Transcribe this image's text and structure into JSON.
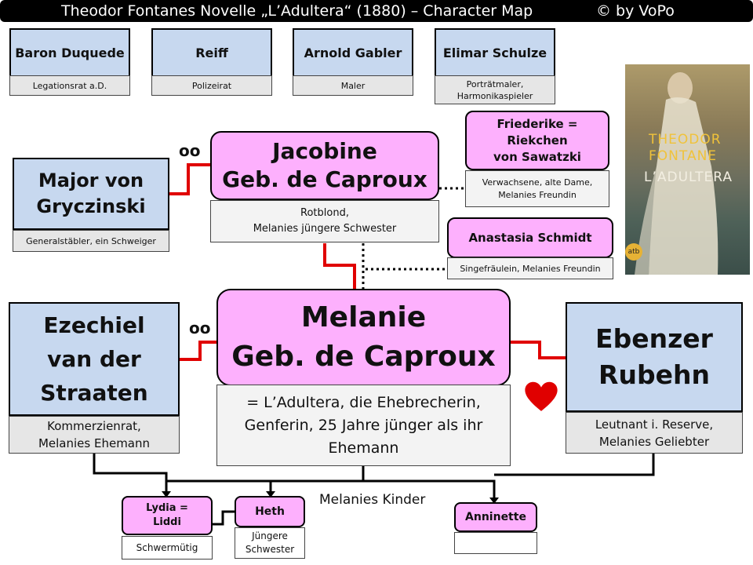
{
  "title": {
    "text": "Theodor Fontanes Novelle „L’Adultera“ (1880) – Character Map",
    "copyright": "©   by VoPo"
  },
  "minor_characters": [
    {
      "name": "Baron Duquede",
      "desc": "Legationsrat a.D."
    },
    {
      "name": "Reiff",
      "desc": "Polizeirat"
    },
    {
      "name": "Arnold Gabler",
      "desc": "Maler"
    },
    {
      "name": "Elimar Schulze",
      "desc_line1": "Porträtmaler,",
      "desc_line2": "Harmonikaspieler"
    }
  ],
  "jacobine": {
    "name_line1": "Jacobine",
    "name_line2": "Geb. de Caproux",
    "desc_line1": "Rotblond,",
    "desc_line2": "Melanies jüngere Schwester"
  },
  "major": {
    "name_line1": "Major von",
    "name_line2": "Gryczinski",
    "desc": "Generalstäbler, ein Schweiger"
  },
  "friederike": {
    "name_line1": "Friederike =",
    "name_line2": "Riekchen",
    "name_line3": "von Sawatzki",
    "desc_line1": "Verwachsene, alte Dame,",
    "desc_line2": "Melanies Freundin"
  },
  "anastasia": {
    "name": "Anastasia  Schmidt",
    "desc": "Singefräulein, Melanies Freundin"
  },
  "melanie": {
    "name_line1": "Melanie",
    "name_line2": "Geb. de Caproux",
    "desc_line1": "= L’Adultera, die Ehebrecherin,",
    "desc_line2": "Genferin, 25 Jahre jünger als ihr",
    "desc_line3": "Ehemann"
  },
  "ezechiel": {
    "name_line1": "Ezechiel",
    "name_line2": "van der",
    "name_line3": "Straaten",
    "desc_line1": "Kommerzienrat,",
    "desc_line2": "Melanies Ehemann"
  },
  "ebenezer": {
    "name_line1": "Ebenzer",
    "name_line2": "Rubehn",
    "desc_line1": "Leutnant i. Reserve,",
    "desc_line2": "Melanies Geliebter"
  },
  "children_label": "Melanies Kinder",
  "lydia": {
    "name_line1": "Lydia =",
    "name_line2": "Liddi",
    "desc": "Schwermütig"
  },
  "heth": {
    "name": "Heth",
    "desc_line1": "Jüngere",
    "desc_line2": "Schwester"
  },
  "anninette": {
    "name": "Anninette",
    "desc": ""
  },
  "marriage_symbol": "oo",
  "book_cover": {
    "author_line1": "THEODOR",
    "author_line2": "FONTANE",
    "title": "L’ADULTERA",
    "publisher": "atb"
  },
  "colors": {
    "male": "#c7d8ef",
    "female": "#fdb0fd",
    "marriage_line": "#e00000",
    "heart": "#e00000"
  }
}
